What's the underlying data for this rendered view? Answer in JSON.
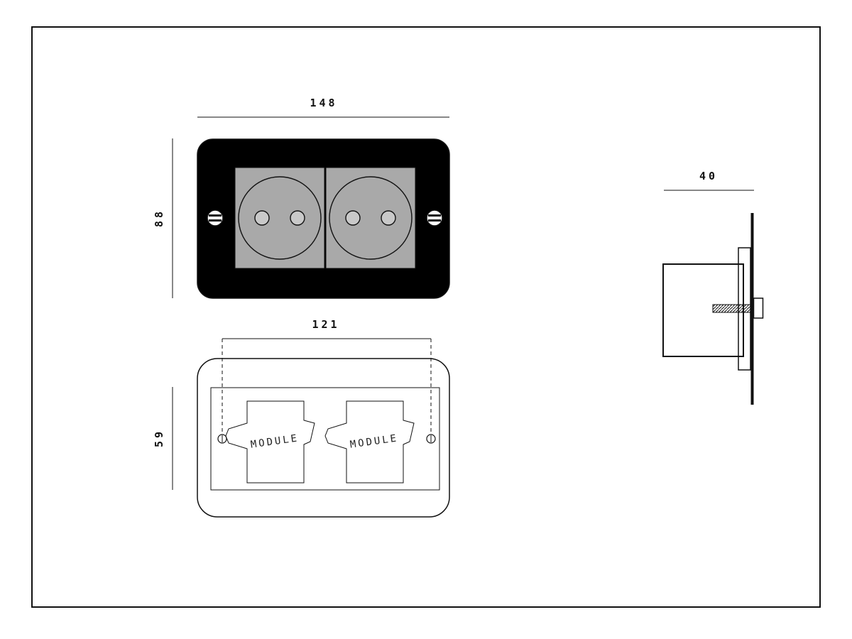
{
  "drawing": {
    "front_view": {
      "width_dim": "148",
      "height_dim": "88"
    },
    "rear_view": {
      "width_dim": "121",
      "height_dim": "59",
      "left_module_label": "MODULE",
      "right_module_label": "MODULE"
    },
    "side_view": {
      "depth_dim": "40"
    },
    "colors": {
      "line": "#111111",
      "plate_fill": "#000000",
      "socket_fill": "#a9a9a9",
      "background": "#ffffff"
    }
  }
}
